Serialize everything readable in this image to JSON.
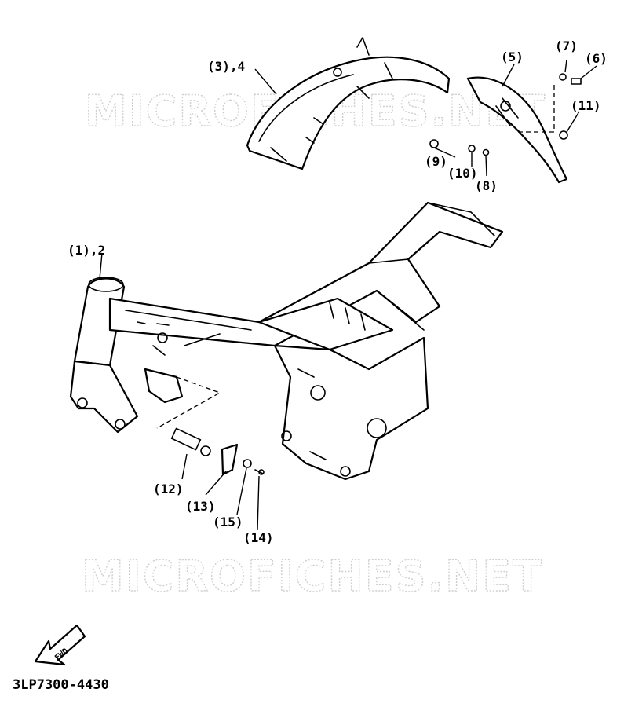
{
  "watermarks": [
    "MICROFICHES.NET",
    "MICROFICHES.NET"
  ],
  "callouts": {
    "c1": "(1),2",
    "c3": "(3),4",
    "c5": "(5)",
    "c6": "(6)",
    "c7": "(7)",
    "c8": "(8)",
    "c9": "(9)",
    "c10": "(10)",
    "c11": "(11)",
    "c12": "(12)",
    "c13": "(13)",
    "c14": "(14)",
    "c15": "(15)"
  },
  "fwd_label": "FWD",
  "diagram_code": "3LP7300-4430"
}
